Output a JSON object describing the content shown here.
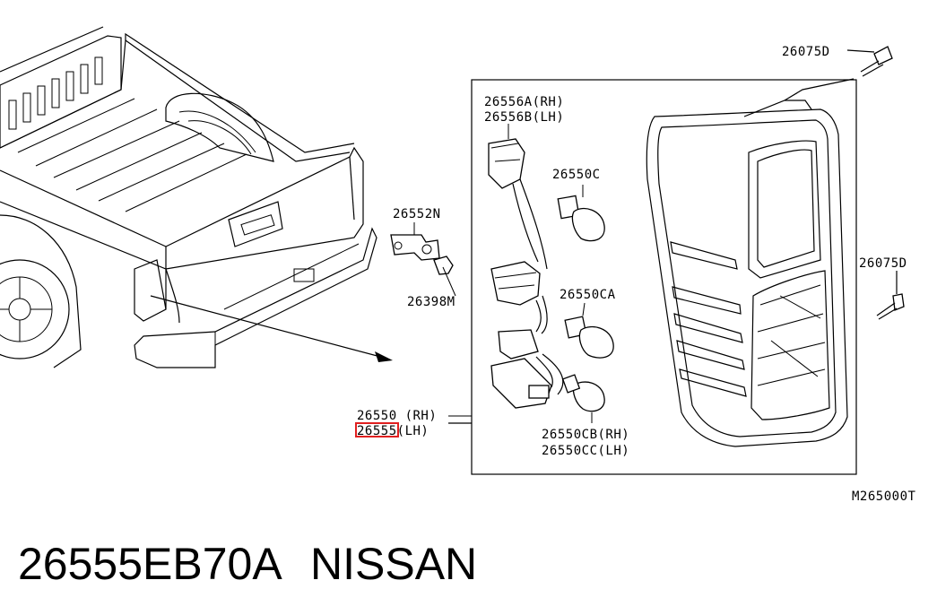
{
  "labels": {
    "bolt_top": "26075D",
    "bolt_right": "26075D",
    "socket_a": "26556A(RH)",
    "socket_b": "26556B(LH)",
    "bracket": "26552N",
    "clip": "26398M",
    "bulb_c": "26550C",
    "bulb_ca": "26550CA",
    "lamp_rh": "26550 (RH)",
    "lamp_lh": "26555(LH)",
    "bulb_cb": "26550CB(RH)",
    "bulb_cc": "26550CC(LH)",
    "diagram_code": "M265000T"
  },
  "caption": {
    "part_number": "26555EB70A",
    "brand": "NISSAN"
  },
  "colors": {
    "highlight": "#e02020",
    "ink": "#000000"
  }
}
